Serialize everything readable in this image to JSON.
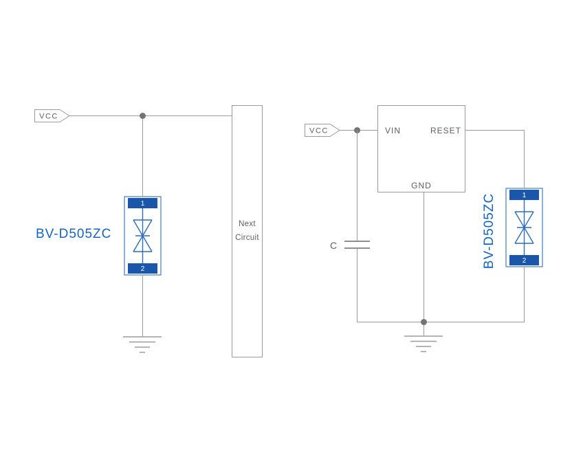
{
  "diagram": {
    "left": {
      "vcc": "VCC",
      "part_label": "BV-D505ZC",
      "pin1": "1",
      "pin2": "2",
      "next_circuit": "Next Circuit"
    },
    "right": {
      "vcc": "VCC",
      "vin": "VIN",
      "reset": "RESET",
      "gnd": "GND",
      "cap": "C",
      "part_label": "BV-D505ZC",
      "pin1": "1",
      "pin2": "2"
    },
    "colors": {
      "wire_gray": "#9b9b9b",
      "component_blue": "#1a57aa",
      "label_blue": "#1565c0",
      "text_gray": "#5b6065"
    }
  }
}
